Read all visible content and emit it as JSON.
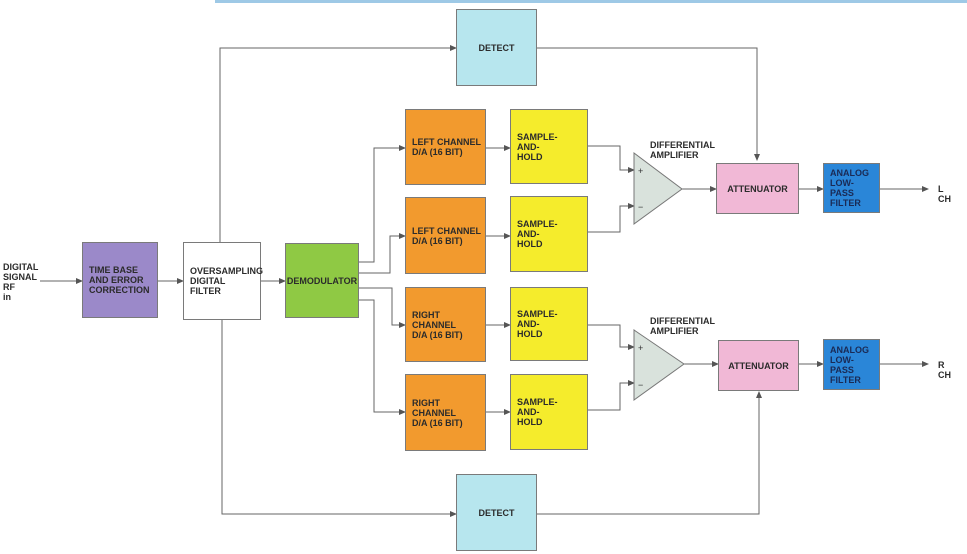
{
  "input": {
    "label": "DIGITAL\nSIGNAL\nRF\nin"
  },
  "blocks": {
    "time_base": "TIME BASE\nAND ERROR\nCORRECTION",
    "oversampling": "OVERSAMPLING\nDIGITAL\nFILTER",
    "demodulator": "DEMODULATOR",
    "left_da_1": "LEFT CHANNEL\nD/A (16 BIT)",
    "left_da_2": "LEFT CHANNEL\nD/A (16 BIT)",
    "right_da_1": "RIGHT CHANNEL\nD/A (16 BIT)",
    "right_da_2": "RIGHT CHANNEL\nD/A (16 BIT)",
    "sample_hold": "SAMPLE-\nAND-\nHOLD",
    "detect": "DETECT",
    "attenuator": "ATTENUATOR",
    "lowpass": "ANALOG\nLOW-\nPASS\nFILTER"
  },
  "amplifier_label": "DIFFERENTIAL\nAMPLIFIER",
  "outputs": {
    "left": "L\nCH",
    "right": "R\nCH"
  },
  "amp_inputs": {
    "plus": "+",
    "minus": "−"
  },
  "colors": {
    "time_base": "#9b89c9",
    "demodulator": "#8fc944",
    "da": "#f29a2e",
    "sample_hold": "#f5ec2c",
    "attenuator": "#f1b8d6",
    "lowpass": "#2a86d8",
    "detect": "#b7e6ee",
    "amplifier": "#d9e2dc"
  }
}
